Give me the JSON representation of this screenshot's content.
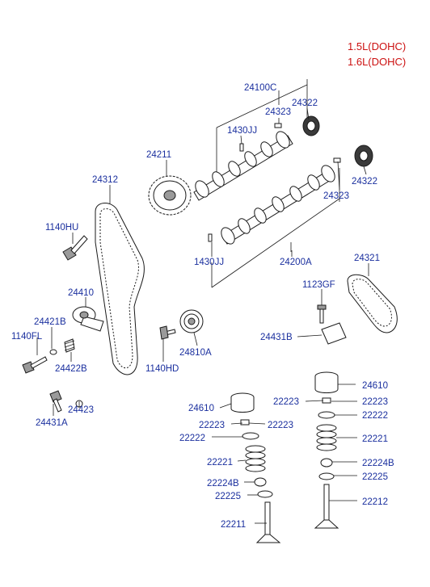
{
  "header": {
    "line1": "1.5L(DOHC)",
    "line2": "1.6L(DOHC)"
  },
  "labels": {
    "p24100C": "24100C",
    "p24323_top": "24323",
    "p24322_top": "24322",
    "p1430JJ_top": "1430JJ",
    "p24211": "24211",
    "p24312": "24312",
    "p24323_mid": "24323",
    "p24322_mid": "24322",
    "p1140HU": "1140HU",
    "p1430JJ_bot": "1430JJ",
    "p24200A": "24200A",
    "p24321": "24321",
    "p1123GF": "1123GF",
    "p24410": "24410",
    "p24421B": "24421B",
    "p1140FL": "1140FL",
    "p24422B": "24422B",
    "p24810A": "24810A",
    "p1140HD": "1140HD",
    "p24431B": "24431B",
    "p24423": "24423",
    "p24431A": "24431A",
    "p24610_left": "24610",
    "p24610_right": "24610",
    "p22223_ml": "22223",
    "p22223_mr": "22223",
    "p22223_ll": "22223",
    "p22223_lr": "22223",
    "p22222_right": "22222",
    "p22222_left": "22222",
    "p22221_right": "22221",
    "p22221_left": "22221",
    "p22224B_right": "22224B",
    "p22224B_left": "22224B",
    "p22225_right": "22225",
    "p22225_left": "22225",
    "p22212": "22212",
    "p22211": "22211"
  }
}
